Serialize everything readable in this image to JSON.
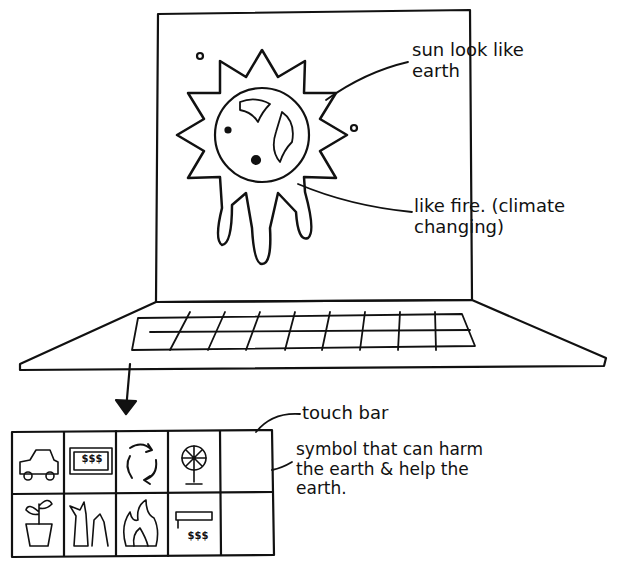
{
  "diagram": {
    "labels": [
      "sun look like earth",
      "like fire. (climate changing)",
      "touch bar",
      "symbol that can harm the earth & help the earth.",
      "$$$",
      "$$$"
    ]
  }
}
